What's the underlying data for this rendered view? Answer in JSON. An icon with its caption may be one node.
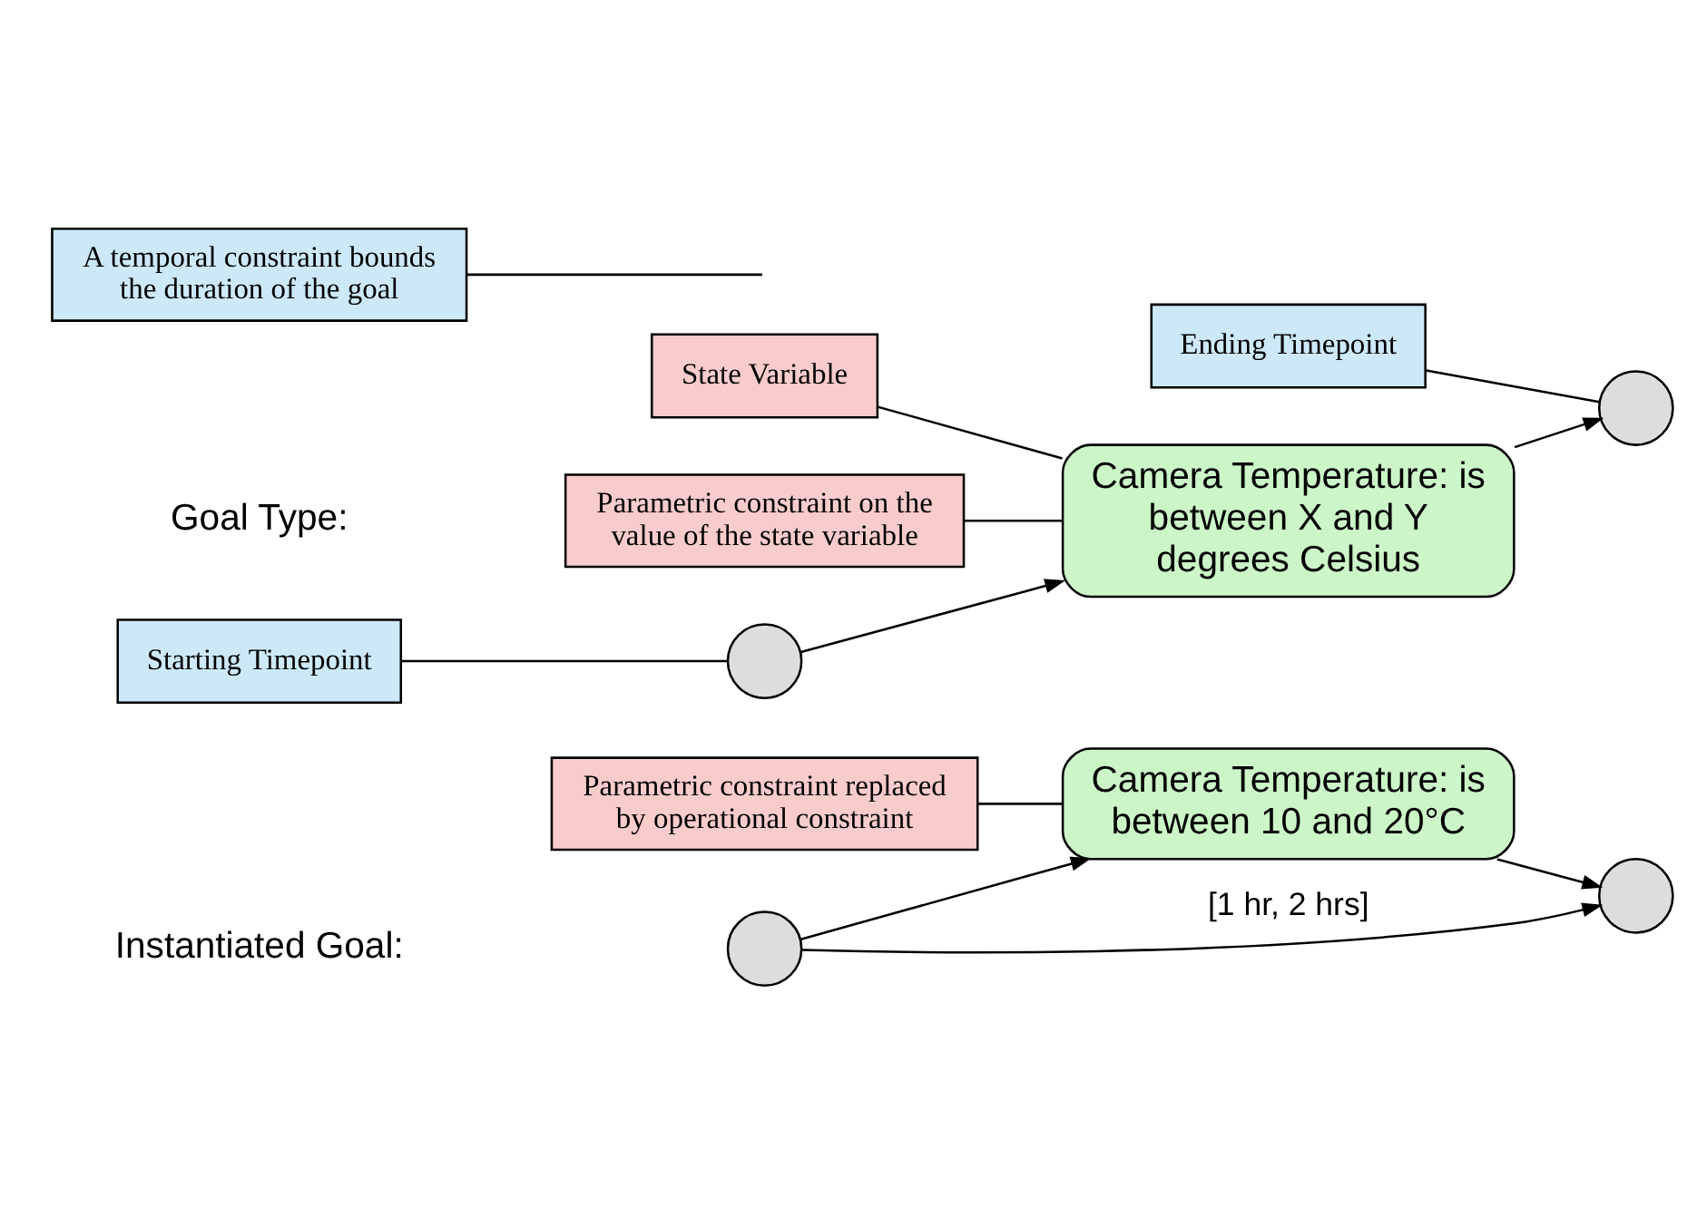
{
  "diagram": {
    "nodes": [
      {
        "text": [],
        "shape": "circle"
      },
      {
        "text": [
          "Camera Temperature: is between X and Y degrees Celsius"
        ]
      },
      {
        "text": [],
        "shape": "circle"
      },
      {
        "text": [
          "Starting Timepoint"
        ]
      },
      {
        "text": [
          "State Variable"
        ]
      },
      {
        "text": [
          "Parametric constraint on the value of the state variable"
        ]
      },
      {
        "text": [
          "Ending Timepoint"
        ]
      },
      {
        "text": [],
        "shape": "circle"
      },
      {
        "text": [
          "Camera Temperature: is between 10 and 20°C"
        ]
      },
      {
        "text": [],
        "shape": "circle"
      },
      {
        "text": [
          "A temporal constraint bounds the duration of the goal"
        ]
      },
      {
        "text": [
          "Parametric constraint replaced by operational constraint"
        ]
      }
    ],
    "edges": [
      {
        "from": 0,
        "to": 1,
        "arrow": "to"
      },
      {
        "from": 1,
        "to": 2,
        "arrow": "to"
      },
      {
        "from": 3,
        "to": 0,
        "arrow": "none"
      },
      {
        "from": 4,
        "to": 1,
        "arrow": "none"
      },
      {
        "from": 5,
        "to": 1,
        "arrow": "none"
      },
      {
        "from": 6,
        "to": 2,
        "arrow": "none"
      },
      {
        "from": 7,
        "to": 8,
        "arrow": "to"
      },
      {
        "from": 8,
        "to": 9,
        "arrow": "to"
      },
      {
        "from": 7,
        "to": 9,
        "arrow": "to",
        "label": "[1 hr, 2 hrs]"
      },
      {
        "from": 10,
        "to": null,
        "arrow": "none"
      },
      {
        "from": 11,
        "to": 8,
        "arrow": "none"
      }
    ],
    "labels": [
      "Goal Type:",
      "Instantiated Goal:"
    ]
  }
}
